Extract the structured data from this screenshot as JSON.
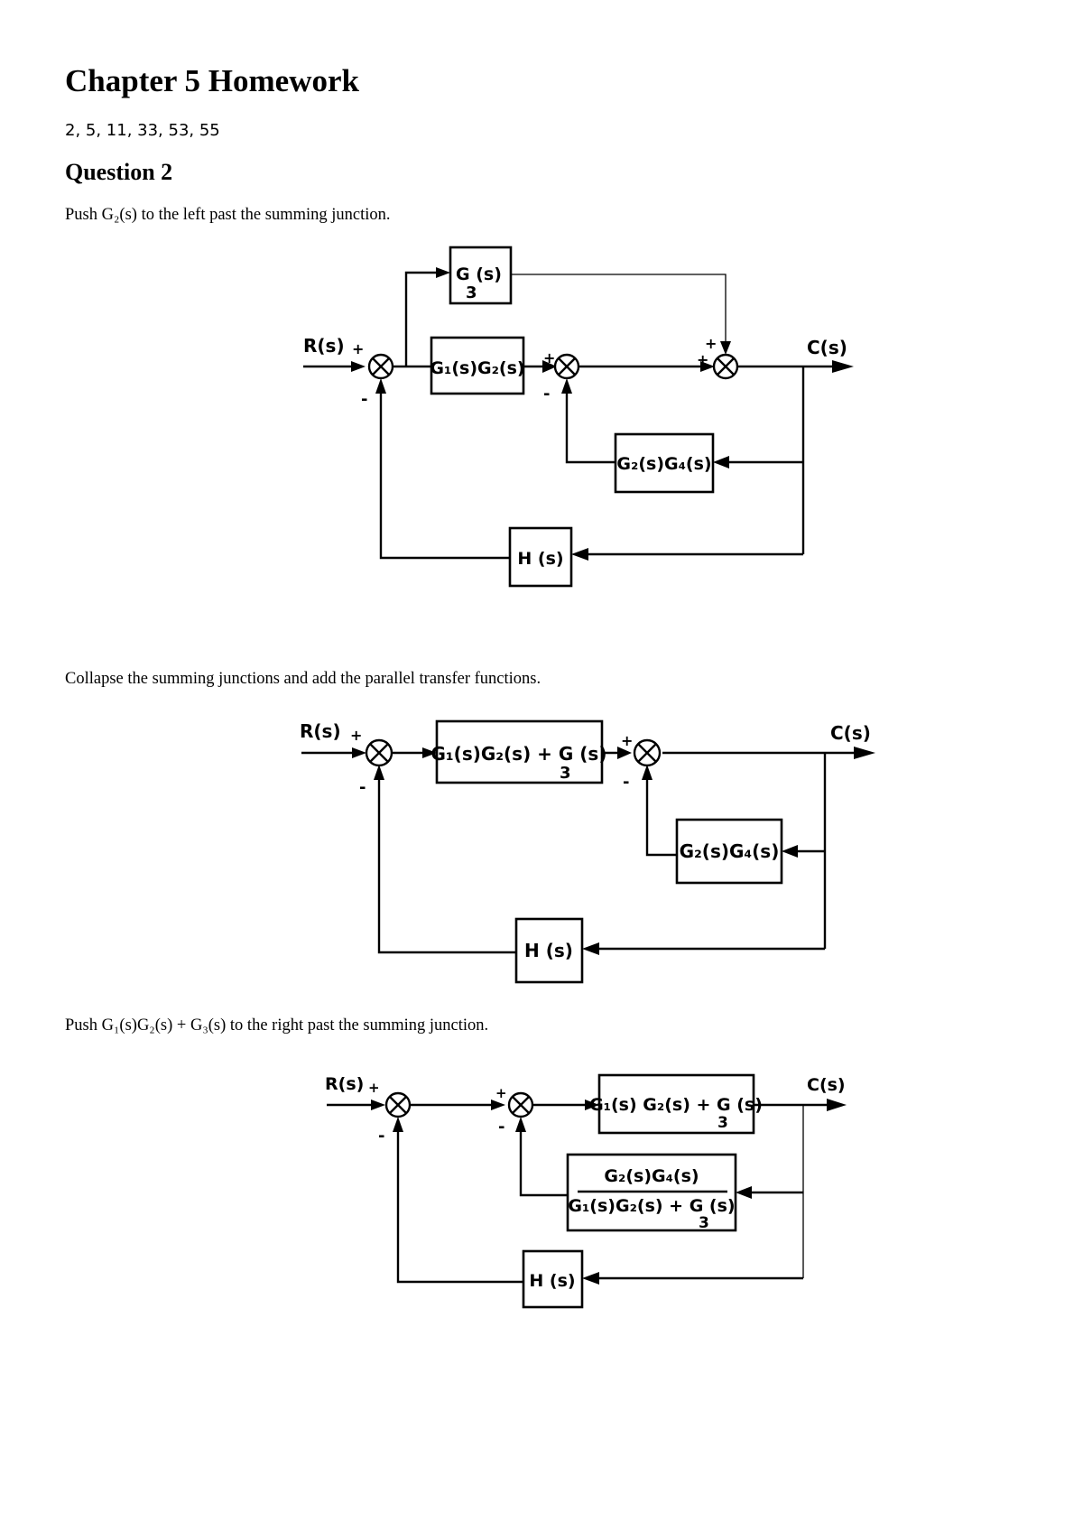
{
  "document": {
    "title": "Chapter 5 Homework",
    "problems": "2, 5, 11, 33, 53, 55",
    "question_heading": "Question 2"
  },
  "steps": [
    {
      "caption": "Push G₂(s) to the left past the summing junction.",
      "diagram": {
        "input": "R(s)",
        "output": "C(s)",
        "blocks": {
          "g3": {
            "main": "G (s)",
            "sub": "3"
          },
          "g1g2": {
            "text": "G₁(s)G₂(s)"
          },
          "g2g4": {
            "text": "G₂(s)G₄(s)"
          },
          "h": {
            "text": "H (s)"
          }
        },
        "signs": {
          "plus": "+",
          "minus": "-"
        }
      }
    },
    {
      "caption": "Collapse the summing junctions and add the parallel transfer functions.",
      "diagram": {
        "input": "R(s)",
        "output": "C(s)",
        "blocks": {
          "forward": {
            "main": "G₁(s)G₂(s) + G (s)",
            "sub": "3"
          },
          "g2g4": {
            "text": "G₂(s)G₄(s)"
          },
          "h": {
            "text": "H (s)"
          }
        },
        "signs": {
          "plus": "+",
          "minus": "-"
        }
      }
    },
    {
      "caption": "Push G₁(s)G₂(s) + G₃(s) to the right past the summing junction.",
      "diagram": {
        "input": "R(s)",
        "output": "C(s)",
        "blocks": {
          "forward": {
            "main": "G₁(s) G₂(s) + G (s)",
            "sub": "3"
          },
          "fraction": {
            "numerator": "G₂(s)G₄(s)",
            "denominator": "G₁(s)G₂(s) + G (s)",
            "sub": "3"
          },
          "h": {
            "text": "H (s)"
          }
        },
        "signs": {
          "plus": "+",
          "minus": "-"
        }
      }
    }
  ]
}
